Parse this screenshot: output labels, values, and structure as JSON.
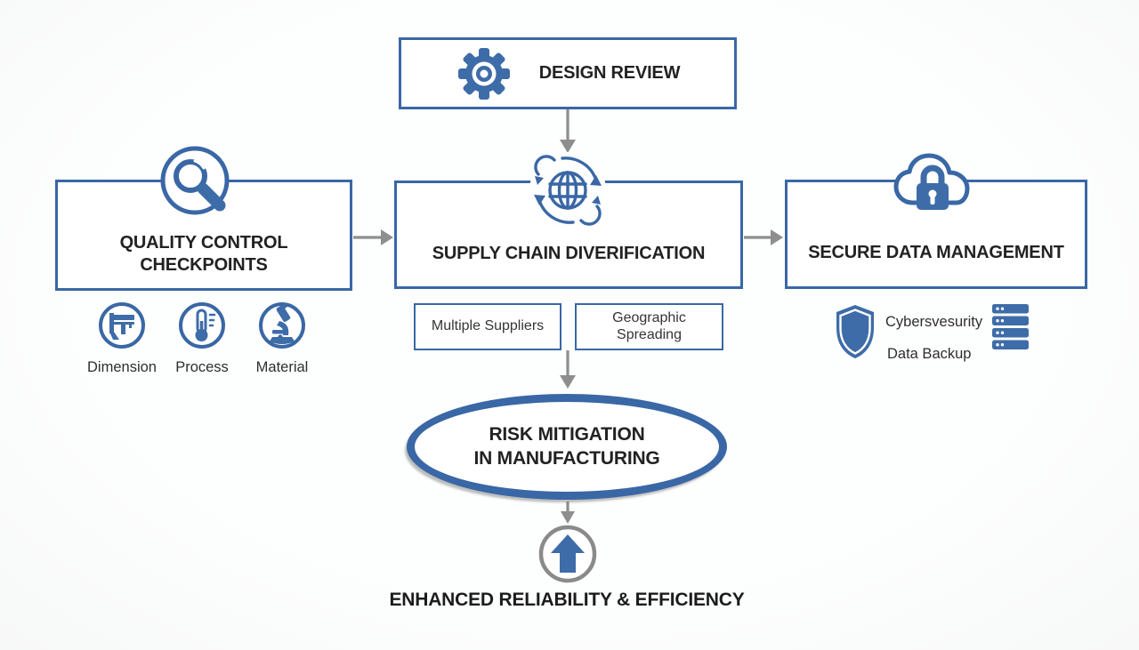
{
  "nodes": {
    "design_review": {
      "label": "DESIGN REVIEW",
      "icon": "gear-icon"
    },
    "quality_control": {
      "line1": "QUALITY CONTROL",
      "line2": "CHECKPOINTS",
      "icon": "magnifier-icon"
    },
    "supply_chain": {
      "label": "SUPPLY CHAIN DIVERIFICATION",
      "icon": "globe-sync-icon"
    },
    "secure_data": {
      "label": "SECURE DATA MANAGEMENT",
      "icon": "cloud-lock-icon"
    },
    "risk_mitigation": {
      "line1": "RISK MITIGATION",
      "line2": "IN MANUFACTURING"
    },
    "enhanced_reliability": {
      "label": "ENHANCED RELIABILITY & EFFICIENCY",
      "icon": "up-arrow-icon"
    }
  },
  "quality_sub_items": [
    {
      "label": "Dimension",
      "icon": "caliper-icon"
    },
    {
      "label": "Process",
      "icon": "thermometer-icon"
    },
    {
      "label": "Material",
      "icon": "microscope-icon"
    }
  ],
  "supply_sub_boxes": [
    {
      "label": "Multiple Suppliers"
    },
    {
      "label": "Geographic Spreading"
    }
  ],
  "secure_sub_items": {
    "shield_icon": "shield-icon",
    "label1": "Cybersvesurity",
    "label2": "Data Backup",
    "server_icon": "server-icon"
  },
  "colors": {
    "accent_blue": "#3a67a5",
    "arrow_gray": "#8e8e8e",
    "text_dark": "#1f1f1f",
    "background": "#fdfefe"
  }
}
